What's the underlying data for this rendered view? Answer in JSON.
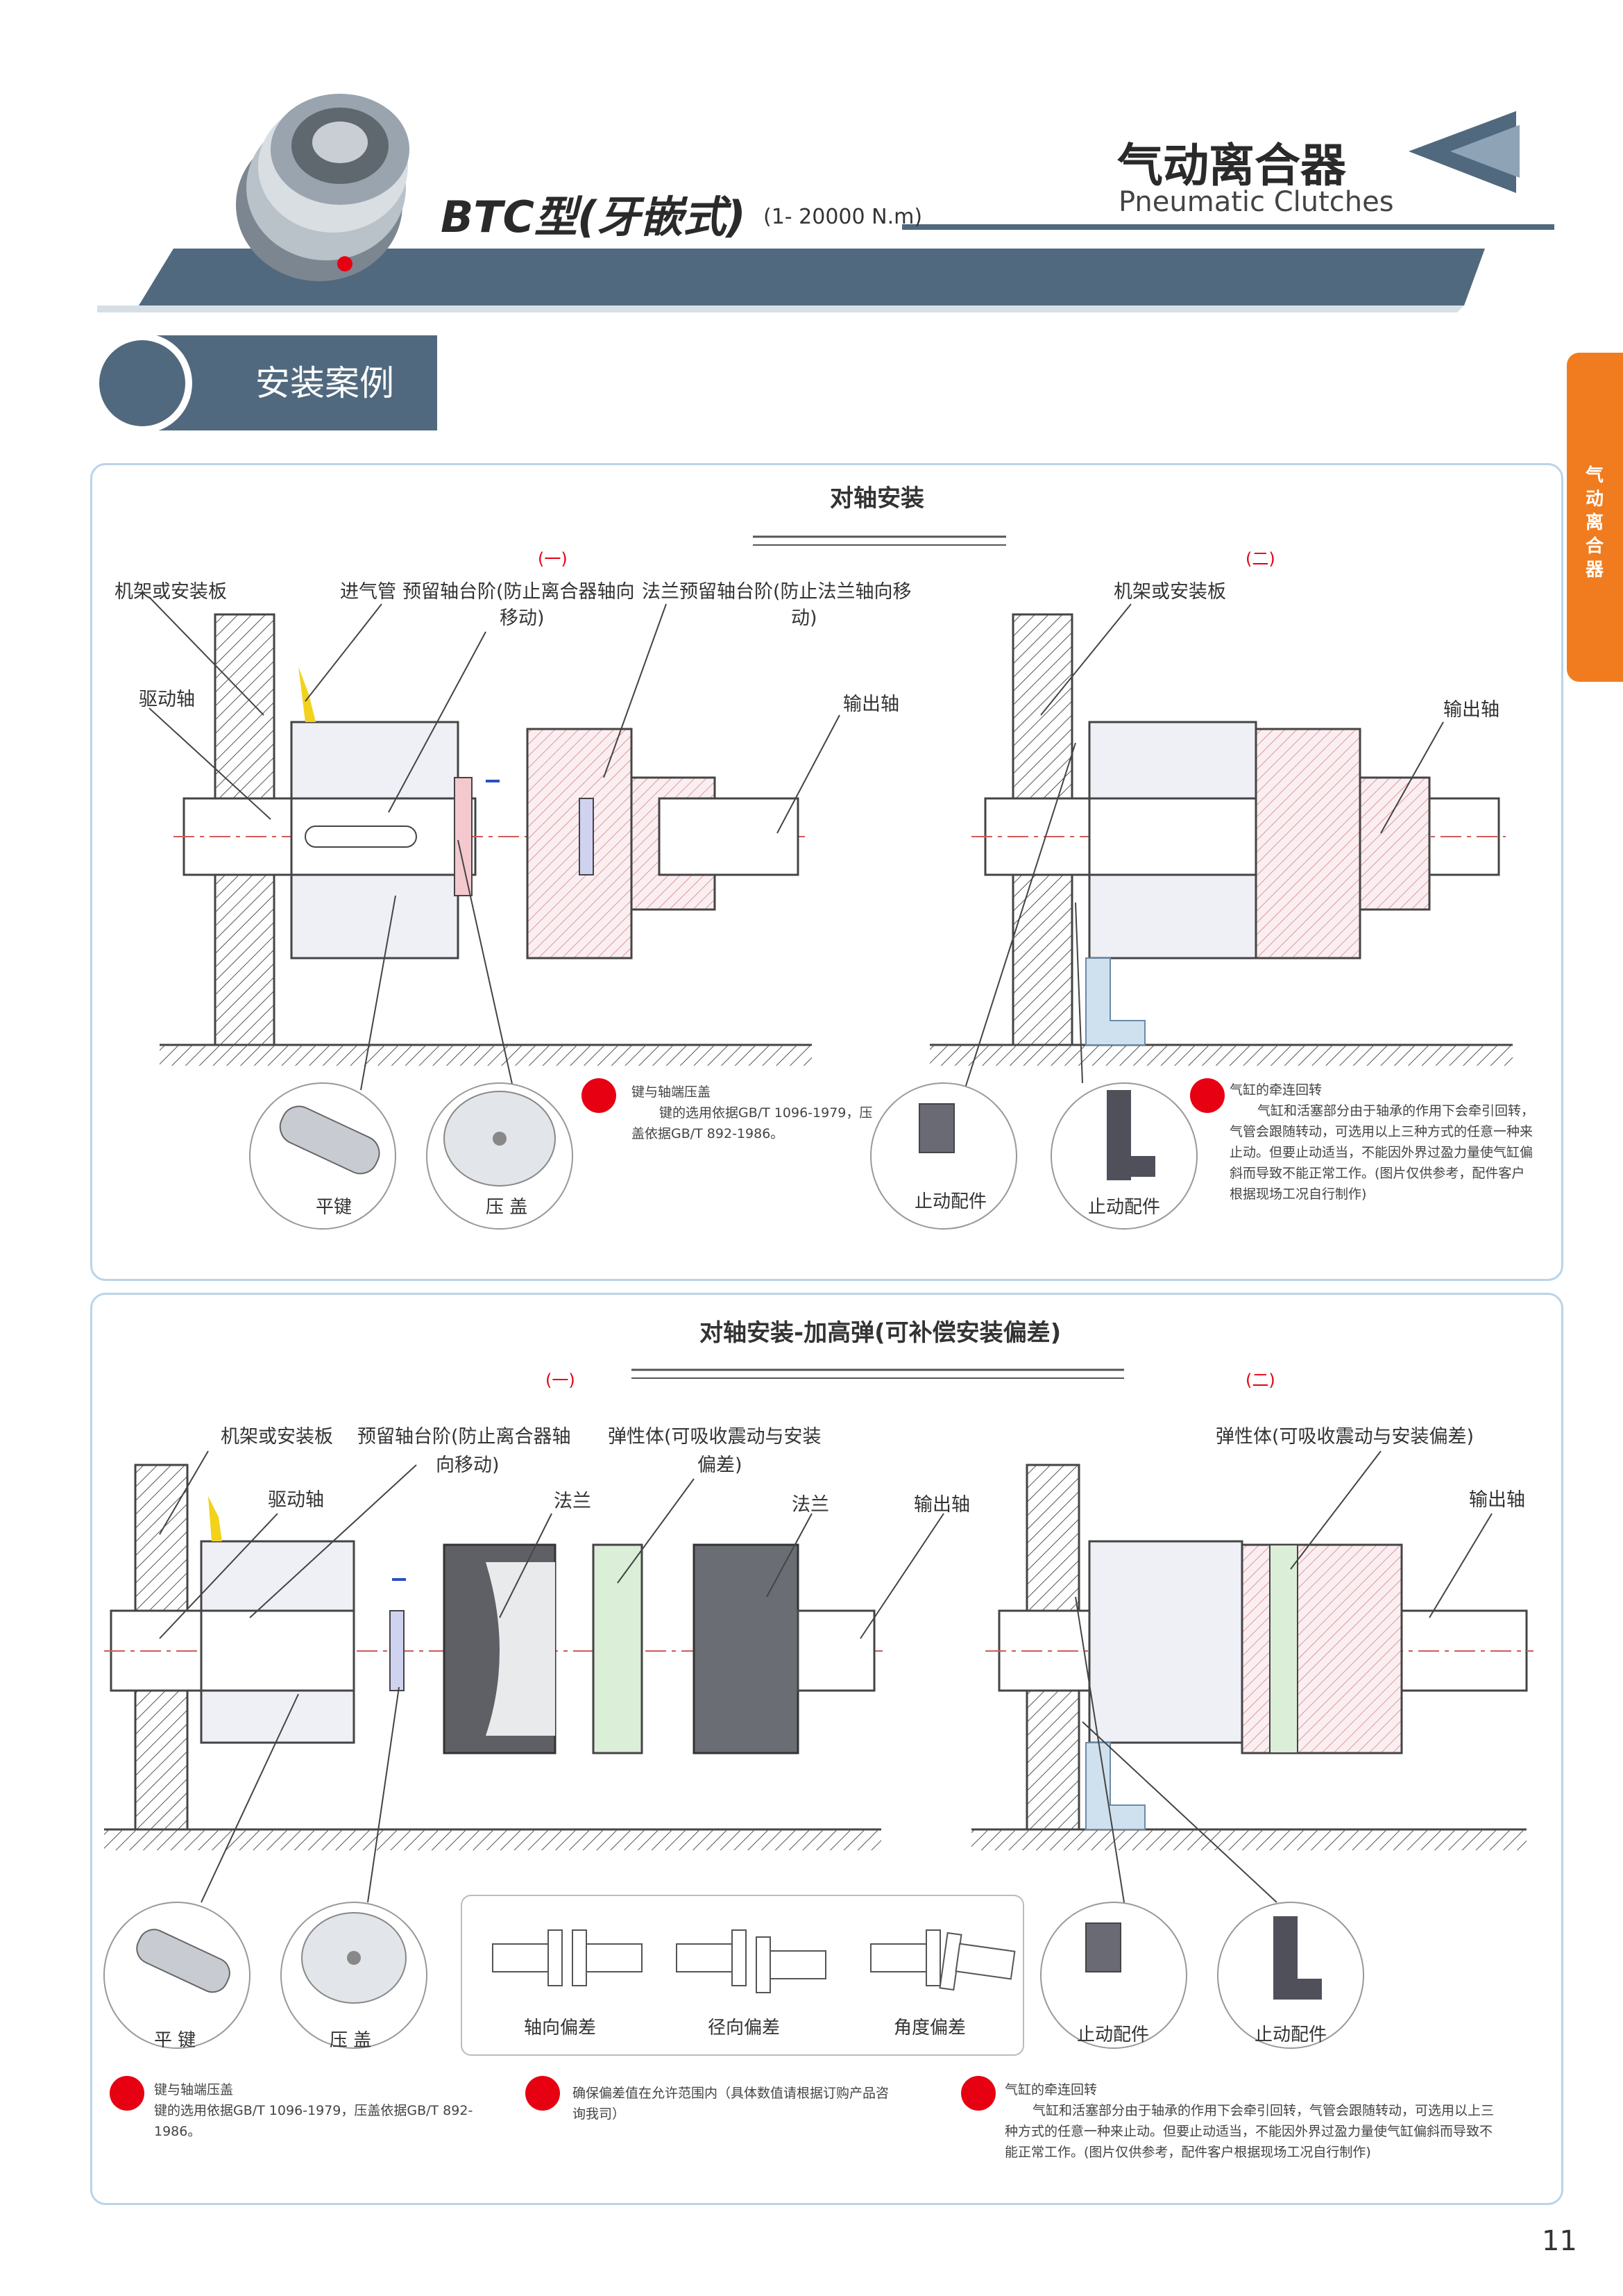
{
  "header": {
    "model_title": "BTC型(牙嵌式)",
    "torque_range": "(1- 20000 N.m)",
    "category_cn": "气动离合器",
    "category_en": "Pneumatic Clutches"
  },
  "side_tab": {
    "label": "气动离合器"
  },
  "section": {
    "title": "安装案例"
  },
  "panel1": {
    "title": "对轴安装",
    "left_mark": "(一)",
    "right_mark": "(二)",
    "labels": {
      "frame": "机架或安装板",
      "air_inlet": "进气管",
      "shaft_step_a": "预留轴台阶(防止离合器轴向",
      "shaft_step_b": "移动)",
      "flange_step_a": "法兰预留轴台阶(防止法兰轴向移",
      "flange_step_b": "动)",
      "drive_shaft": "驱动轴",
      "output_shaft_l": "输出轴",
      "frame_r": "机架或安装板",
      "output_shaft_r": "输出轴"
    },
    "parts": {
      "flat_key": "平键",
      "cap": "压  盖",
      "stop1": "止动配件",
      "stop2": "止动配件"
    },
    "note_left": {
      "title": "键与轴端压盖",
      "body": [
        "键的选用依据GB/T 1096-1979，压",
        "盖依据GB/T 892-1986。"
      ]
    },
    "note_right": {
      "title": "气缸的牵连回转",
      "body": [
        "气缸和活塞部分由于轴承的作用下会牵引回转，",
        "气管会跟随转动，可选用以上三种方式的任意一种来",
        "止动。但要止动适当，不能因外界过盈力量使气缸偏",
        "斜而导致不能正常工作。(图片仅供参考，配件客户",
        "根据现场工况自行制作)"
      ]
    }
  },
  "panel2": {
    "title": "对轴安装-加高弹(可补偿安装偏差)",
    "left_mark": "(一)",
    "right_mark": "(二)",
    "labels": {
      "frame": "机架或安装板",
      "shaft_step_a": "预留轴台阶(防止离合器轴",
      "shaft_step_b": "向移动)",
      "elastic_a": "弹性体(可吸收震动与安装",
      "elastic_b": "偏差)",
      "drive_shaft": "驱动轴",
      "flange1": "法兰",
      "flange2": "法兰",
      "output_shaft_l": "输出轴",
      "elastic_r": "弹性体(可吸收震动与安装偏差)",
      "output_shaft_r": "输出轴"
    },
    "parts": {
      "flat_key": "平 键",
      "cap": "压 盖",
      "axial": "轴向偏差",
      "radial": "径向偏差",
      "angular": "角度偏差",
      "stop1": "止动配件",
      "stop2": "止动配件"
    },
    "note_left": {
      "title": "键与轴端压盖",
      "body": [
        "键的选用依据GB/T 1096-1979，压盖依据GB/T 892-",
        "1986。"
      ]
    },
    "note_mid": {
      "body": [
        "确保偏差值在允许范围内（具体数值请根据订购产品咨",
        "询我司）"
      ]
    },
    "note_right": {
      "title": "气缸的牵连回转",
      "body": [
        "气缸和活塞部分由于轴承的作用下会牵引回转，气管会跟随转动，可选用以上三",
        "种方式的任意一种来止动。但要止动适当，不能因外界过盈力量使气缸偏斜而导致不",
        "能正常工作。(图片仅供参考，配件客户根据现场工况自行制作)"
      ]
    }
  },
  "page_number": "11",
  "colors": {
    "accent_blue": "#51697e",
    "accent_orange": "#f07c1f",
    "accent_red": "#e60012",
    "panel_border": "#b9d4ea"
  }
}
